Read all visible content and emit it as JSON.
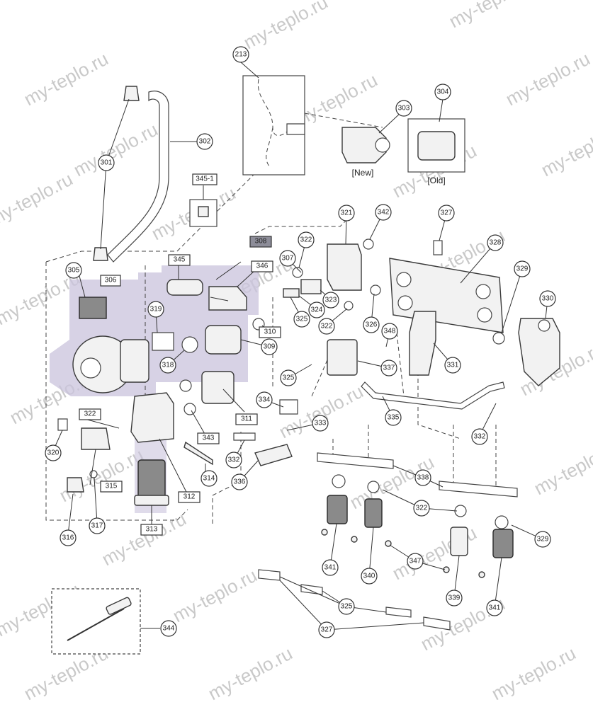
{
  "watermark": "my-teplo.ru",
  "captions": {
    "new": "[New]",
    "old": "[Old]"
  },
  "callouts": {
    "c213": "213",
    "c301": "301",
    "c302": "302",
    "c303": "303",
    "c304": "304",
    "c305": "305",
    "c307": "307",
    "c309": "309",
    "c310": "310",
    "c311": "311",
    "c312": "312",
    "c313": "313",
    "c314": "314",
    "c315": "315",
    "c316": "316",
    "c317": "317",
    "c318": "318",
    "c319": "319",
    "c320": "320",
    "c321": "321",
    "c322a": "322",
    "c322b": "322",
    "c322c": "322",
    "c322d": "322",
    "c323": "323",
    "c324": "324",
    "c325a": "325",
    "c325b": "325",
    "c325c": "325",
    "c326": "326",
    "c327a": "327",
    "c327b": "327",
    "c328": "328",
    "c329a": "329",
    "c329b": "329",
    "c330": "330",
    "c331": "331",
    "c332a": "332",
    "c332b": "332",
    "c333": "333",
    "c334": "334",
    "c335": "335",
    "c336": "336",
    "c337": "337",
    "c338": "338",
    "c339": "339",
    "c340": "340",
    "c341a": "341",
    "c341b": "341",
    "c342": "342",
    "c343": "343",
    "c344": "344",
    "c345": "345",
    "c3451": "345-1",
    "c346": "346",
    "c347": "347",
    "c348": "348",
    "c308": "308",
    "c306": "306"
  }
}
